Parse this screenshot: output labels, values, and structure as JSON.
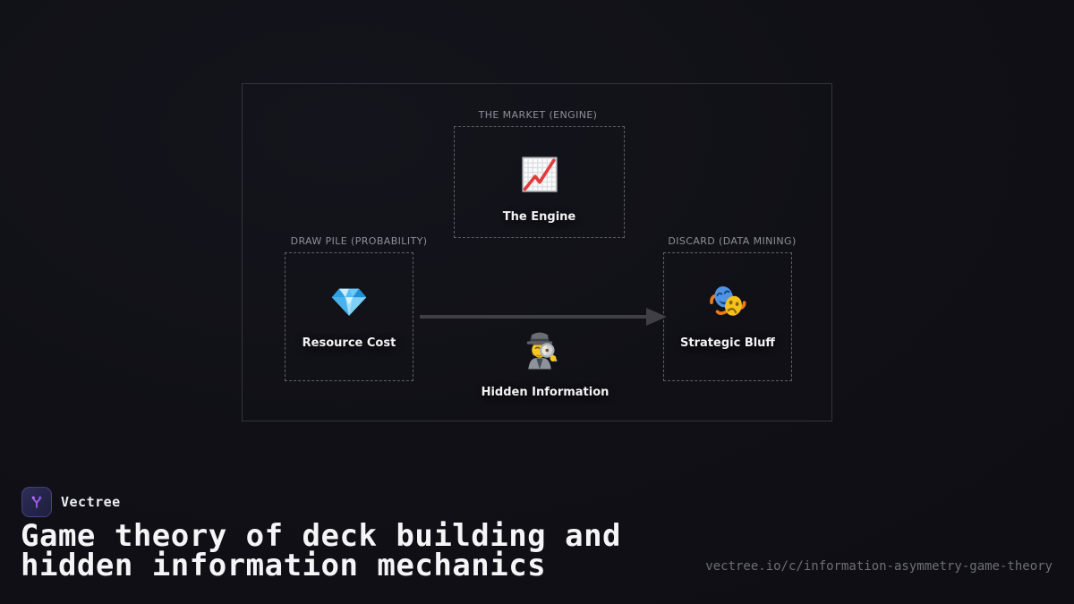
{
  "branding": {
    "logo_text": "Vectree",
    "title": "Game theory of deck building and hidden information mechanics",
    "url": "vectree.io/c/information-asymmetry-game-theory"
  },
  "diagram": {
    "market": {
      "label": "THE MARKET (ENGINE)",
      "caption": "The Engine",
      "icon": "chart-increasing-emoji"
    },
    "draw_pile": {
      "label": "DRAW PILE (PROBABILITY)",
      "caption": "Resource Cost",
      "icon": "gem-emoji"
    },
    "discard": {
      "label": "DISCARD (DATA MINING)",
      "caption": "Strategic Bluff",
      "icon": "performing-arts-masks-emoji"
    },
    "hidden": {
      "caption": "Hidden Information",
      "icon": "detective-emoji"
    }
  },
  "colors": {
    "background": "#101016",
    "panel_border": "#34343c",
    "dashed_border": "#60606a",
    "label_text": "#8f8f99",
    "caption_text": "#f2f2f5",
    "arrow": "#3f3f45",
    "accent_purple": "#a35ef2",
    "title_text": "#f5f5f7",
    "url_text": "#6e6e78",
    "chart_line_red": "#e23b3b",
    "gem_blue": "#55bdf2",
    "mask_blue": "#4f94e4",
    "mask_yellow": "#f4c21f"
  }
}
